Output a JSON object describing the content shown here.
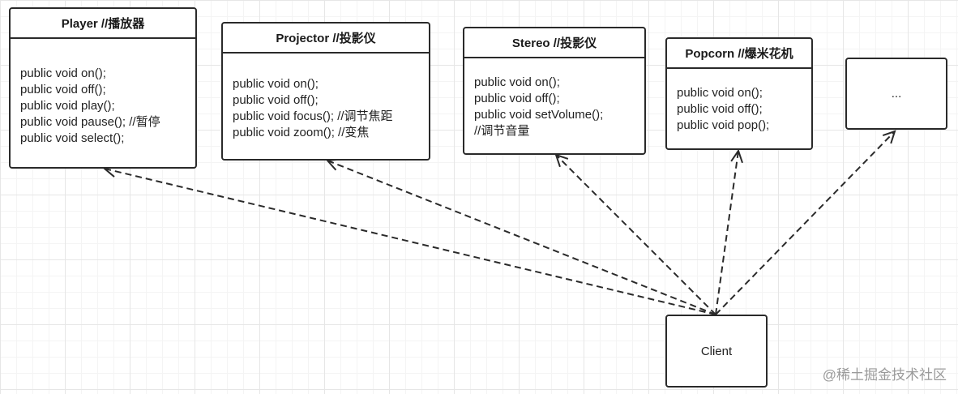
{
  "classes": {
    "player": {
      "title": "Player //播放器",
      "methods": [
        "public void on();",
        "public void off();",
        "public void play();",
        "public void pause(); //暂停",
        "public void select();"
      ]
    },
    "projector": {
      "title": "Projector //投影仪",
      "methods": [
        "public void on();",
        "public void off();",
        "public void focus(); //调节焦距",
        "public void zoom(); //变焦"
      ]
    },
    "stereo": {
      "title": "Stereo //投影仪",
      "methods": [
        "public void on();",
        "public void off();",
        "public void setVolume();",
        "//调节音量"
      ]
    },
    "popcorn": {
      "title": "Popcorn //爆米花机",
      "methods": [
        "public void on();",
        "public void off();",
        "public void pop();"
      ]
    }
  },
  "more_box": {
    "label": "..."
  },
  "client_box": {
    "label": "Client"
  },
  "watermark": "@稀土掘金技术社区",
  "colors": {
    "line": "#2a2a2a",
    "grid": "#e6e6e6"
  }
}
